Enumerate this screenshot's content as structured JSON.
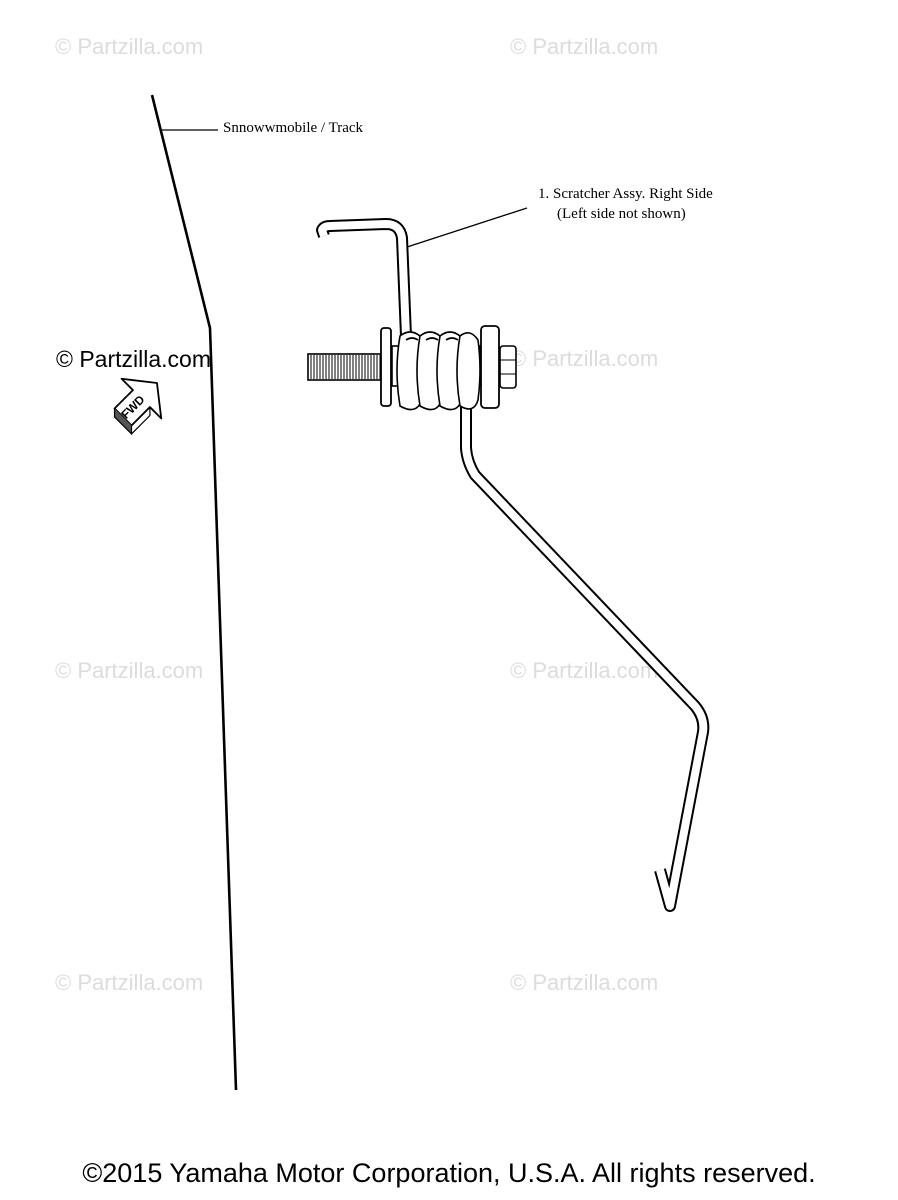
{
  "watermarks": [
    "© Partzilla.com",
    "© Partzilla.com",
    "© Partzilla.com",
    "© Partzilla.com",
    "© Partzilla.com",
    "© Partzilla.com",
    "© Partzilla.com",
    "© Partzilla.com"
  ],
  "watermark_dark": "© Partzilla.com",
  "labels": {
    "track": "Snnowwmobile  / Track",
    "part_1_line1": "1. Scratcher Assy. Right Side",
    "part_1_line2": "(Left side not shown)"
  },
  "fwd_arrow": {
    "icon": "fwd-arrow-icon",
    "text": "FWD"
  },
  "copyright": "©2015 Yamaha Motor Corporation, U.S.A. All rights reserved."
}
